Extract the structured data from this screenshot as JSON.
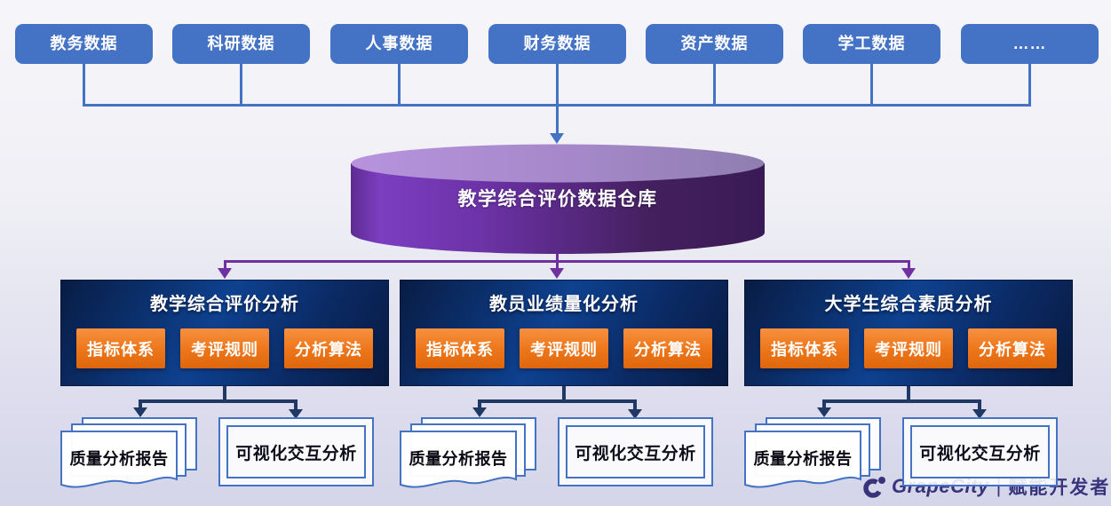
{
  "colors": {
    "source-blue": "#4472C4",
    "line-blue": "#4472C4",
    "purple-line": "#7030A0",
    "navy-line": "#1F3864",
    "panel-dark": "#081C44",
    "panel-mid": "#0E418F",
    "orange-top": "#F79040",
    "orange-bottom": "#DE670D",
    "cylinder-bright": "#7C3EC0",
    "cylinder-dark": "#3A1A55",
    "doc-border": "#4472C4",
    "logo-indigo": "#39337C"
  },
  "data_sources": {
    "items": [
      {
        "label": "教务数据"
      },
      {
        "label": "科研数据"
      },
      {
        "label": "人事数据"
      },
      {
        "label": "财务数据"
      },
      {
        "label": "资产数据"
      },
      {
        "label": "学工数据"
      },
      {
        "label": "……"
      }
    ]
  },
  "warehouse": {
    "label": "教学综合评价数据仓库"
  },
  "analysis_groups": [
    {
      "title": "教学综合评价分析",
      "buttons": [
        {
          "label": "指标体系"
        },
        {
          "label": "考评规则"
        },
        {
          "label": "分析算法"
        }
      ],
      "outputs": {
        "report": "质量分析报告",
        "interactive": "可视化交互分析"
      }
    },
    {
      "title": "教员业绩量化分析",
      "buttons": [
        {
          "label": "指标体系"
        },
        {
          "label": "考评规则"
        },
        {
          "label": "分析算法"
        }
      ],
      "outputs": {
        "report": "质量分析报告",
        "interactive": "可视化交互分析"
      }
    },
    {
      "title": "大学生综合素质分析",
      "buttons": [
        {
          "label": "指标体系"
        },
        {
          "label": "考评规则"
        },
        {
          "label": "分析算法"
        }
      ],
      "outputs": {
        "report": "质量分析报告",
        "interactive": "可视化交互分析"
      }
    }
  ],
  "footer_logo": {
    "brand": "GrapeCity",
    "separator": "|",
    "tagline": "赋能开发者"
  }
}
